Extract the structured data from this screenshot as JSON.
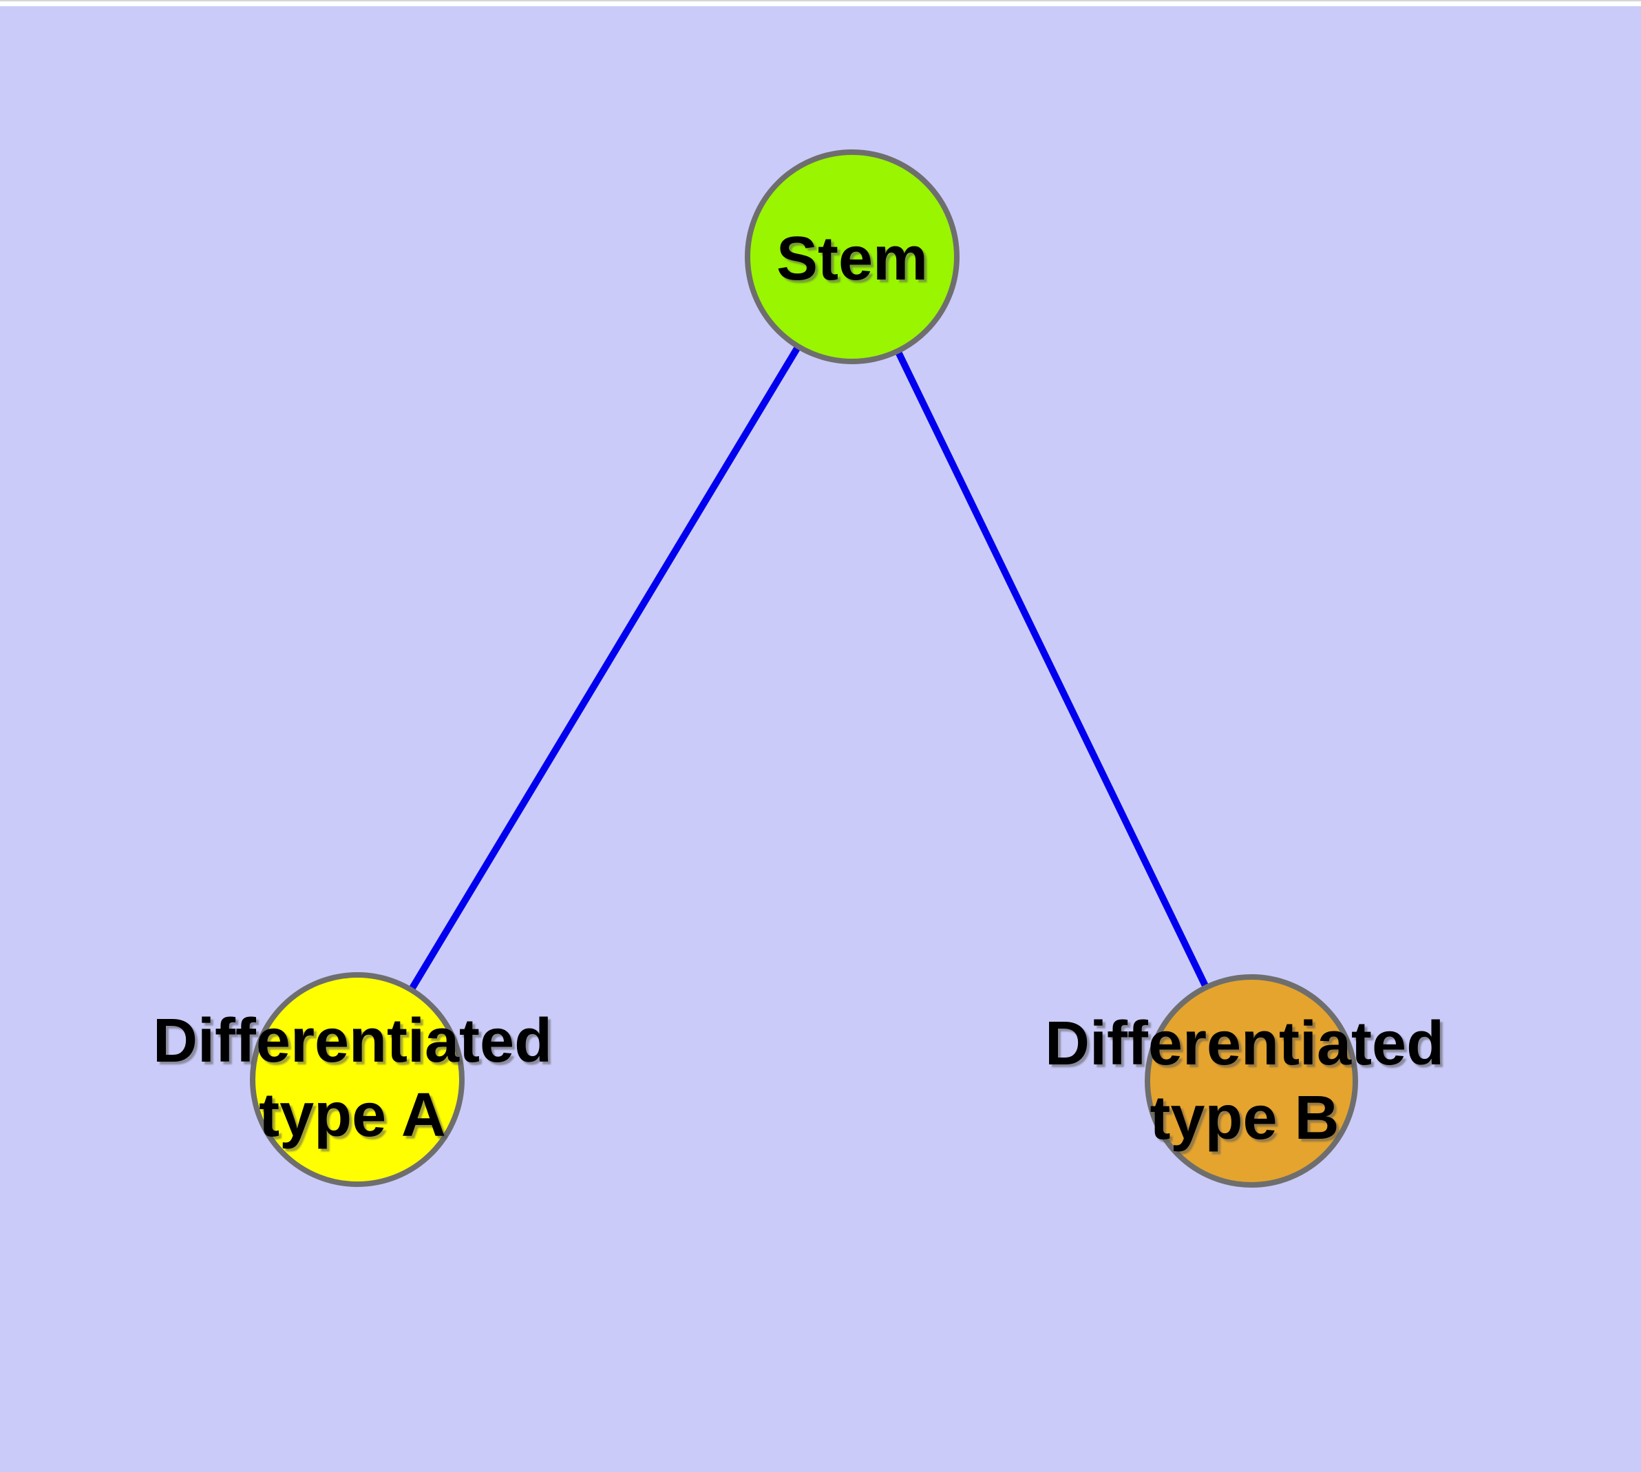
{
  "diagram": {
    "description": "Stem cell differentiation graph: one stem node connected to two differentiated cell type nodes",
    "colors": {
      "background": "#cbcbf9",
      "top_strip": "#ffffff",
      "top_strip_line": "#d6d6d6",
      "edge": "#0000ee",
      "node_border": "#6e6e6e",
      "text": "#000000",
      "stem_fill": "#99f500",
      "type_a_fill": "#ffff00",
      "type_b_fill": "#e5a42e"
    },
    "nodes": {
      "stem": {
        "line1": "Stem"
      },
      "type_a": {
        "line1": "Differentiated",
        "line2": "type A"
      },
      "type_b": {
        "line1": "Differentiated",
        "line2": "type B"
      }
    },
    "edges": [
      {
        "from": "stem",
        "to": "type_a"
      },
      {
        "from": "stem",
        "to": "type_b"
      }
    ]
  }
}
